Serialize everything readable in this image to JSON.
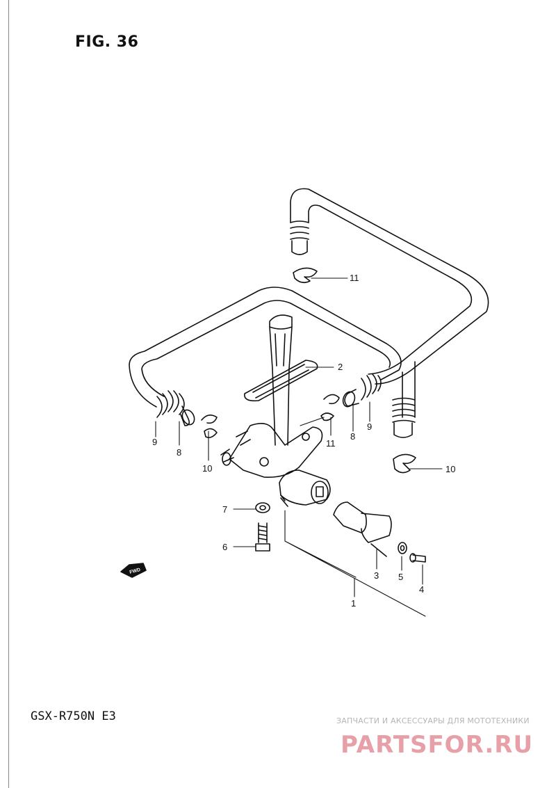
{
  "figure": {
    "title": "FIG. 36",
    "model": "GSX-R750N E3",
    "fwd_label": "FWD"
  },
  "callouts": [
    {
      "id": "c1",
      "label": "1"
    },
    {
      "id": "c2",
      "label": "2"
    },
    {
      "id": "c3",
      "label": "3"
    },
    {
      "id": "c4",
      "label": "4"
    },
    {
      "id": "c5",
      "label": "5"
    },
    {
      "id": "c6",
      "label": "6"
    },
    {
      "id": "c7",
      "label": "7"
    },
    {
      "id": "c8a",
      "label": "8"
    },
    {
      "id": "c8b",
      "label": "8"
    },
    {
      "id": "c9a",
      "label": "9"
    },
    {
      "id": "c9b",
      "label": "9"
    },
    {
      "id": "c10a",
      "label": "10"
    },
    {
      "id": "c10b",
      "label": "10"
    },
    {
      "id": "c11a",
      "label": "11"
    },
    {
      "id": "c11b",
      "label": "11"
    }
  ],
  "watermark": {
    "tagline": "ЗАПЧАСТИ И АКСЕССУАРЫ ДЛЯ МОТОТЕХНИКИ",
    "brand": "PARTSFOR.RU"
  },
  "colors": {
    "ink": "#111111",
    "watermark_red": "#e8a0a8",
    "watermark_gray": "#b5b5b5"
  }
}
